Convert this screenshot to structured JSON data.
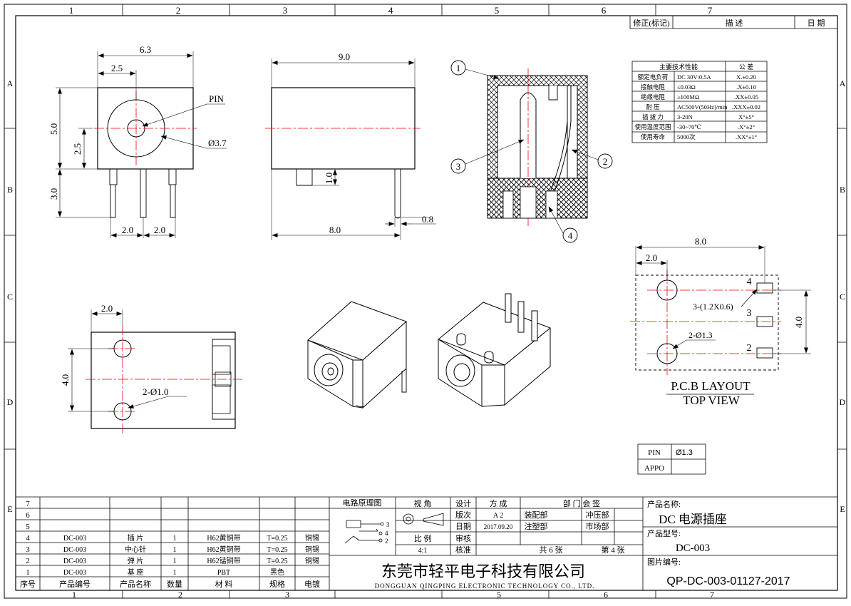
{
  "frame": {
    "zones_top": [
      "1",
      "2",
      "3",
      "4",
      "5",
      "6",
      "7"
    ],
    "zones_side": [
      "A",
      "B",
      "C",
      "D",
      "E"
    ],
    "zones_bottom": [
      "1",
      "2",
      "3",
      "5",
      "6",
      "7"
    ]
  },
  "revision": {
    "col1": "修正(标记)",
    "col2": "描 述",
    "col3": "日 期"
  },
  "front_view": {
    "dim_width": "6.3",
    "dim_offset": "2.5",
    "dim_height": "5.0",
    "dim_half": "2.5",
    "dim_pin_len": "3.0",
    "dim_pitch1": "2.0",
    "dim_pitch2": "2.0",
    "label_pin": "PIN",
    "label_dia": "Ø3.7"
  },
  "side_view": {
    "dim_length": "9.0",
    "dim_pin": "1.0",
    "dim_body": "8.0",
    "dim_thick": "0.8"
  },
  "section": {
    "balloons": [
      "1",
      "2",
      "3",
      "4"
    ]
  },
  "spec_table": {
    "header": [
      "主要技术性能",
      "公 差"
    ],
    "rows": [
      [
        "额定电负荷",
        "DC 30V\\0.5A",
        "X.±0.20"
      ],
      [
        "接触电阻",
        "≤0.03Ω",
        ".X±0.10"
      ],
      [
        "绝缘电阻",
        "≥100MΩ",
        ".XX±0.05"
      ],
      [
        "耐 压",
        "AC500V(50Hz)/min",
        ".XXX±0.02"
      ],
      [
        "插 拔 力",
        "3-20N",
        "X°±5°"
      ],
      [
        "使用温度范围",
        "-30~70℃",
        ".X°±2°"
      ],
      [
        "使用寿命",
        "5000次",
        ".XX°±1°"
      ]
    ]
  },
  "bottom_view": {
    "dim_offset": "2.0",
    "dim_pitch": "4.0",
    "label_holes": "2-Ø1.0"
  },
  "pcb": {
    "dim_width": "8.0",
    "dim_offset": "2.0",
    "dim_height": "4.0",
    "label_slots": "3-(1.2X0.6)",
    "label_holes": "2-Ø1.3",
    "pin_labels": [
      "4",
      "3",
      "2"
    ],
    "title": "P.C.B LAYOUT",
    "subtitle": "TOP VIEW"
  },
  "pin_box": {
    "pin_label": "PIN",
    "pin_value": "Ø1.3",
    "appo_label": "APPO",
    "appo_value": ""
  },
  "bom": {
    "row_numbers": [
      "7",
      "6",
      "5",
      "4",
      "3",
      "2",
      "1"
    ],
    "rows": [
      [
        "",
        "",
        "",
        "",
        "",
        ""
      ],
      [
        "",
        "",
        "",
        "",
        "",
        ""
      ],
      [
        "",
        "",
        "",
        "",
        "",
        ""
      ],
      [
        "DC-003",
        "插 片",
        "1",
        "H62黄铜带",
        "T=0.25",
        "铜锡"
      ],
      [
        "DC-003",
        "中心针",
        "1",
        "H62黄铜带",
        "T=0.25",
        "铜锡"
      ],
      [
        "DC-003",
        "弹 片",
        "1",
        "H62锰铜带",
        "T=0.25",
        "铜锡"
      ],
      [
        "DC-003",
        "基 座",
        "1",
        "PBT",
        "黑色",
        ""
      ]
    ],
    "header": [
      "序号",
      "产品编号",
      "产品名称",
      "数量",
      "材 料",
      "规格",
      "电镀"
    ]
  },
  "title_block": {
    "circuit_label": "电路原理图",
    "view_label": "视 角",
    "scale_label": "比 例",
    "scale_value": "4:1",
    "circuit_pins": [
      "3",
      "4",
      "2"
    ],
    "design_label": "设计",
    "design_value": "方 成",
    "version_label": "版次",
    "version_value": "A 2",
    "date_label": "日期",
    "date_value": "2017.09.20",
    "review_label": "审核",
    "approve_label": "核准",
    "dept_title": "部 门 会 签",
    "dept": [
      "装配部",
      "冲压部",
      "注塑部",
      "市场部"
    ],
    "sheets_total": "共 6 张",
    "sheet_no": "第 4 张",
    "company_cn": "东莞市轻平电子科技有限公司",
    "company_en": "DONGGUAN QINGPING ELECTRONIC TECHNOLOGY CO., LTD.",
    "product_name_label": "产品名称:",
    "product_name": "DC 电源插座",
    "product_model_label": "产品型号:",
    "product_model": "DC-003",
    "drawing_no_label": "图片编号:",
    "drawing_no": "QP-DC-003-01127-2017"
  }
}
